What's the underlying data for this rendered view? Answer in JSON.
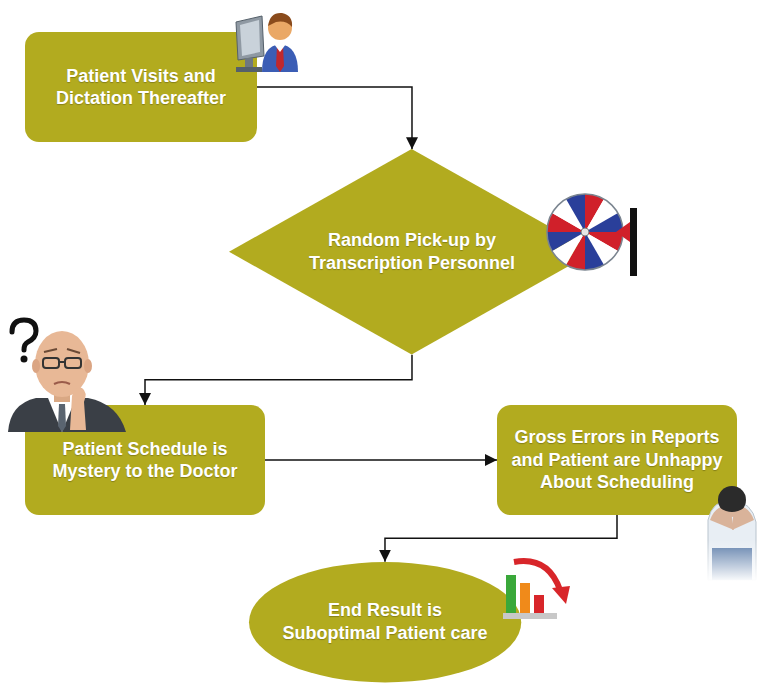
{
  "diagram": {
    "nodes": [
      {
        "text": [
          "Patient Visits and Dictation Thereafter"
        ]
      },
      {
        "text": [
          "Random Pick-up by Transcription Personnel"
        ]
      },
      {
        "text": [
          "Patient Schedule is Mystery to the Doctor"
        ]
      },
      {
        "text": [
          "Gross Errors in Reports and Patient are Unhappy About Scheduling"
        ]
      },
      {
        "text": [
          "End Result is Suboptimal Patient care"
        ]
      }
    ],
    "edges": [
      {
        "from": 0,
        "to": 1,
        "arrow": "to"
      },
      {
        "from": 1,
        "to": 2,
        "arrow": "to"
      },
      {
        "from": 2,
        "to": 3,
        "arrow": "to"
      },
      {
        "from": 3,
        "to": 4,
        "arrow": "to"
      }
    ]
  }
}
